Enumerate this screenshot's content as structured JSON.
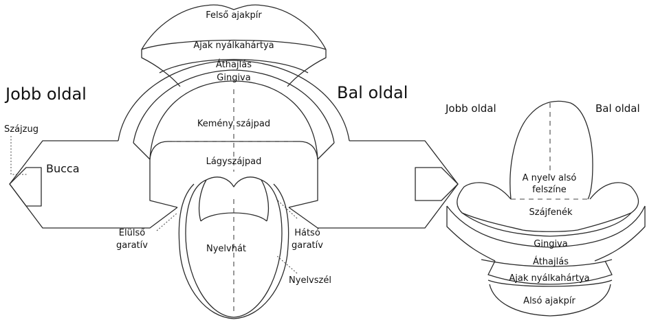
{
  "left_diagram": {
    "side_right": "Jobb oldal",
    "side_left": "Bal oldal",
    "labels": {
      "upper_lip": "Felső ajakpír",
      "lip_mucosa": "Ajak nyálkahártya",
      "vestibule": "Áthajlás",
      "gingiva": "Gingiva",
      "hard_palate": "Kemény szájpad",
      "soft_palate": "Lágyszájpad",
      "lip_corner": "Szájzug",
      "cheek": "Bucca",
      "anterior_arch_1": "Elülső",
      "anterior_arch_2": "garatív",
      "posterior_arch_1": "Hátsó",
      "posterior_arch_2": "garatív",
      "tongue_back": "Nyelvhát",
      "tongue_edge": "Nyelvszél"
    }
  },
  "right_diagram": {
    "side_right": "Jobb oldal",
    "side_left": "Bal oldal",
    "labels": {
      "tongue_under_1": "A nyelv alsó",
      "tongue_under_2": "felszíne",
      "mouth_floor": "Szájfenék",
      "gingiva": "Gingiva",
      "vestibule": "Áthajlás",
      "lip_mucosa": "Ajak nyálkahártya",
      "lower_lip": "Alsó ajakpír"
    }
  }
}
